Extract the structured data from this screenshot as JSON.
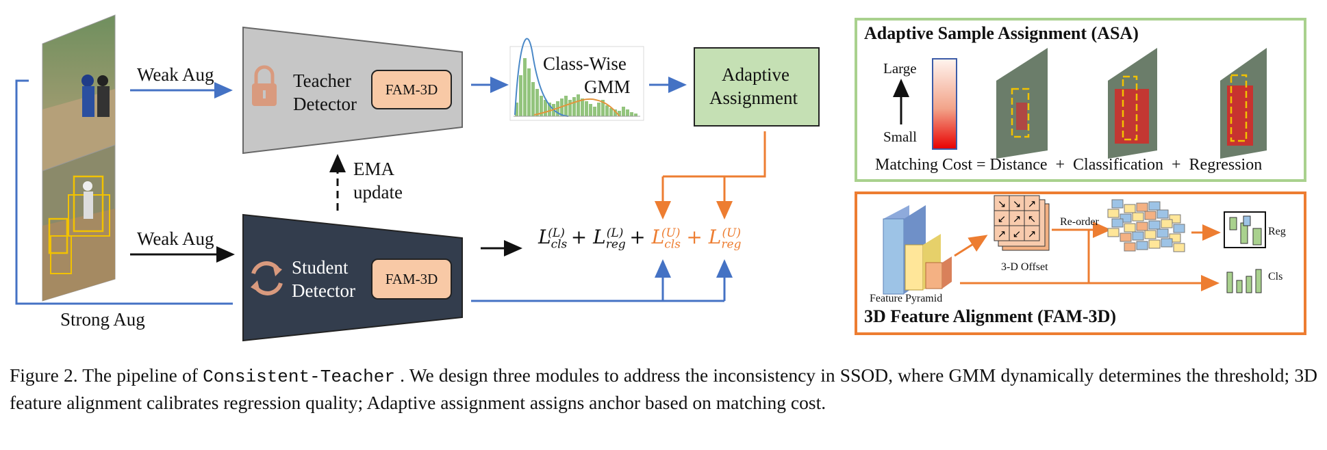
{
  "labels": {
    "weak_aug_top": "Weak Aug",
    "weak_aug_bottom": "Weak Aug",
    "strong_aug": "Strong Aug",
    "teacher_line1": "Teacher",
    "teacher_line2": "Detector",
    "student_line1": "Student",
    "student_line2": "Detector",
    "fam_teacher": "FAM-3D",
    "fam_student": "FAM-3D",
    "gmm_line1": "Class-Wise",
    "gmm_line2": "GMM",
    "adaptive_line1": "Adaptive",
    "adaptive_line2": "Assignment",
    "ema_line1": "EMA",
    "ema_line2": "update"
  },
  "loss": {
    "l_cls_L": "L",
    "l_cls_L_sub": "cls",
    "l_cls_L_sup": "(L)",
    "plus1": "+",
    "l_reg_L": "L",
    "l_reg_L_sub": "reg",
    "l_reg_L_sup": "(L)",
    "plus2": "+",
    "l_cls_U": "L",
    "l_cls_U_sub": "cls",
    "l_cls_U_sup": "(U)",
    "plus3": "+",
    "l_reg_U": "L",
    "l_reg_U_sub": "reg",
    "l_reg_U_sup": "(U)"
  },
  "asa": {
    "title": "Adaptive Sample Assignment (ASA)",
    "large": "Large",
    "small": "Small",
    "formula": "Matching Cost = Distance  +  Classification  +  Regression"
  },
  "fam3d": {
    "title": "3D Feature Alignment (FAM-3D)",
    "feature_pyramid": "Feature Pyramid",
    "offset": "3-D Offset",
    "reorder": "Re-order",
    "reg": "Reg",
    "cls": "Cls"
  },
  "caption": {
    "prefix": "Figure 2.  The pipeline of ",
    "method": "Consistent-Teacher",
    "suffix": " .  We design three modules to address the inconsistency in SSOD, where GMM dynamically determines the threshold; 3D feature alignment calibrates regression quality; Adaptive assignment assigns anchor based on matching cost."
  },
  "colors": {
    "blue": "#4472c4",
    "orange": "#ed7d31",
    "teacher_fill": "#c6c6c6",
    "student_fill": "#333d4d",
    "fam_fill": "#f8c9a6",
    "adaptive_fill": "#c5e0b4",
    "asa_border": "#a9d18e",
    "fam3d_border": "#ed7d31"
  }
}
